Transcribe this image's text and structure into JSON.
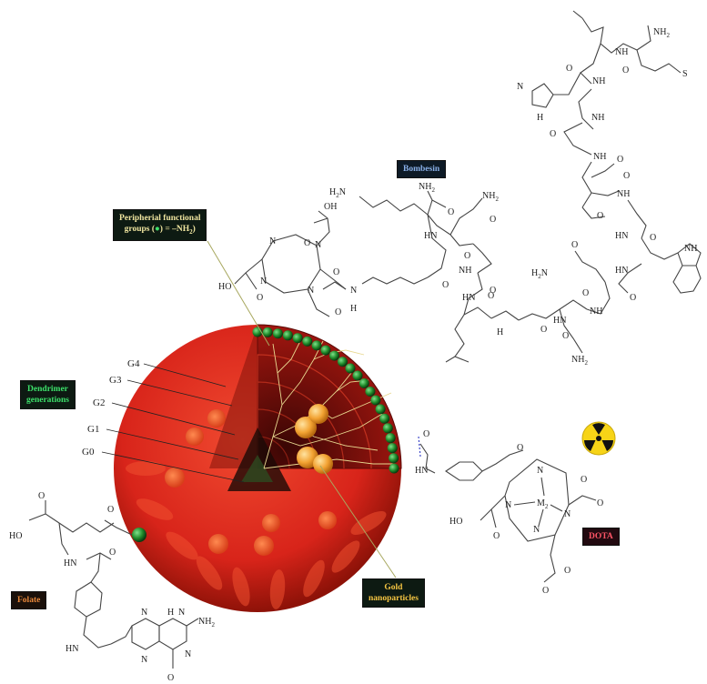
{
  "callouts": {
    "bombesin": "Bombesin",
    "peripheral_line1": "Peripherial functional",
    "peripheral_line2": "groups (",
    "peripheral_line3": ") = –NH",
    "dendrimer_line1": "Dendrimer",
    "dendrimer_line2": "generations",
    "gold_line1": "Gold",
    "gold_line2": "nanoparticles",
    "folate": "Folate",
    "dota": "DOTA"
  },
  "generations": [
    "G4",
    "G3",
    "G2",
    "G1",
    "G0"
  ],
  "chem": {
    "nh2": "NH",
    "nh": "NH",
    "hn": "HN",
    "n": "N",
    "h": "H",
    "o": "O",
    "oh": "OH",
    "ho": "HO",
    "h2n": "H",
    "s": "S",
    "lu": "M",
    "sub2": "2"
  },
  "colors": {
    "sphere_red": "#d8241a",
    "sphere_dark": "#6a0a06",
    "surface_green": "#1f8a2a",
    "gold": "#f2a232",
    "callout_dark": "#0d1a12",
    "bombesin_text": "#8ab0e8",
    "peripheral_text": "#f0e6a0",
    "dendrimer_text": "#3de06a",
    "gold_text": "#f5c542",
    "folate_text": "#e8873a",
    "dota_text": "#ff5566",
    "radiation_yellow": "#f7d417"
  },
  "icons": [
    "radiation-icon"
  ]
}
